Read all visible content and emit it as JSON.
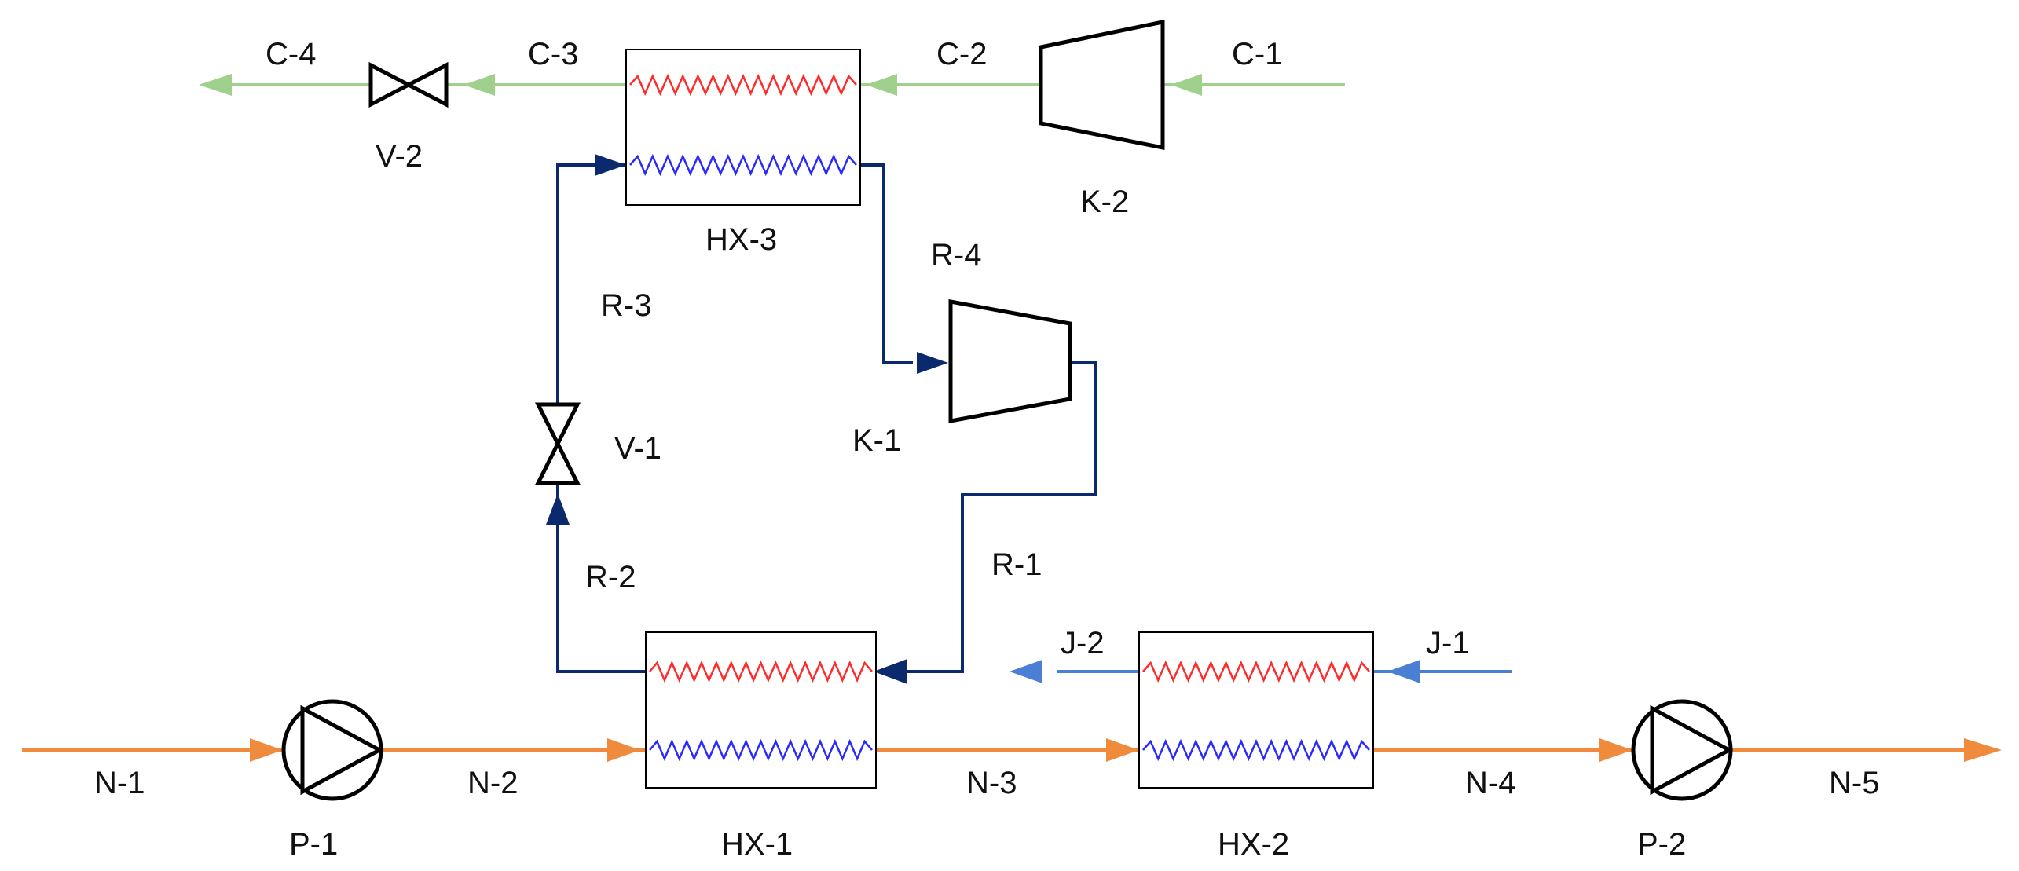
{
  "colors": {
    "hot": "#ff2a2a",
    "cold": "#2a2aff",
    "refrigerant": "#0b2a6e",
    "cooling": "#9fd08c",
    "process": "#f08a3c",
    "water": "#4a7fd4"
  },
  "equipment": {
    "p1": "P-1",
    "p2": "P-2",
    "hx1": "HX-1",
    "hx2": "HX-2",
    "hx3": "HX-3",
    "k1": "K-1",
    "k2": "K-2",
    "v1": "V-1",
    "v2": "V-2"
  },
  "streams": {
    "n1": "N-1",
    "n2": "N-2",
    "n3": "N-3",
    "n4": "N-4",
    "n5": "N-5",
    "j1": "J-1",
    "j2": "J-2",
    "r1": "R-1",
    "r2": "R-2",
    "r3": "R-3",
    "r4": "R-4",
    "c1": "C-1",
    "c2": "C-2",
    "c3": "C-3",
    "c4": "C-4"
  }
}
